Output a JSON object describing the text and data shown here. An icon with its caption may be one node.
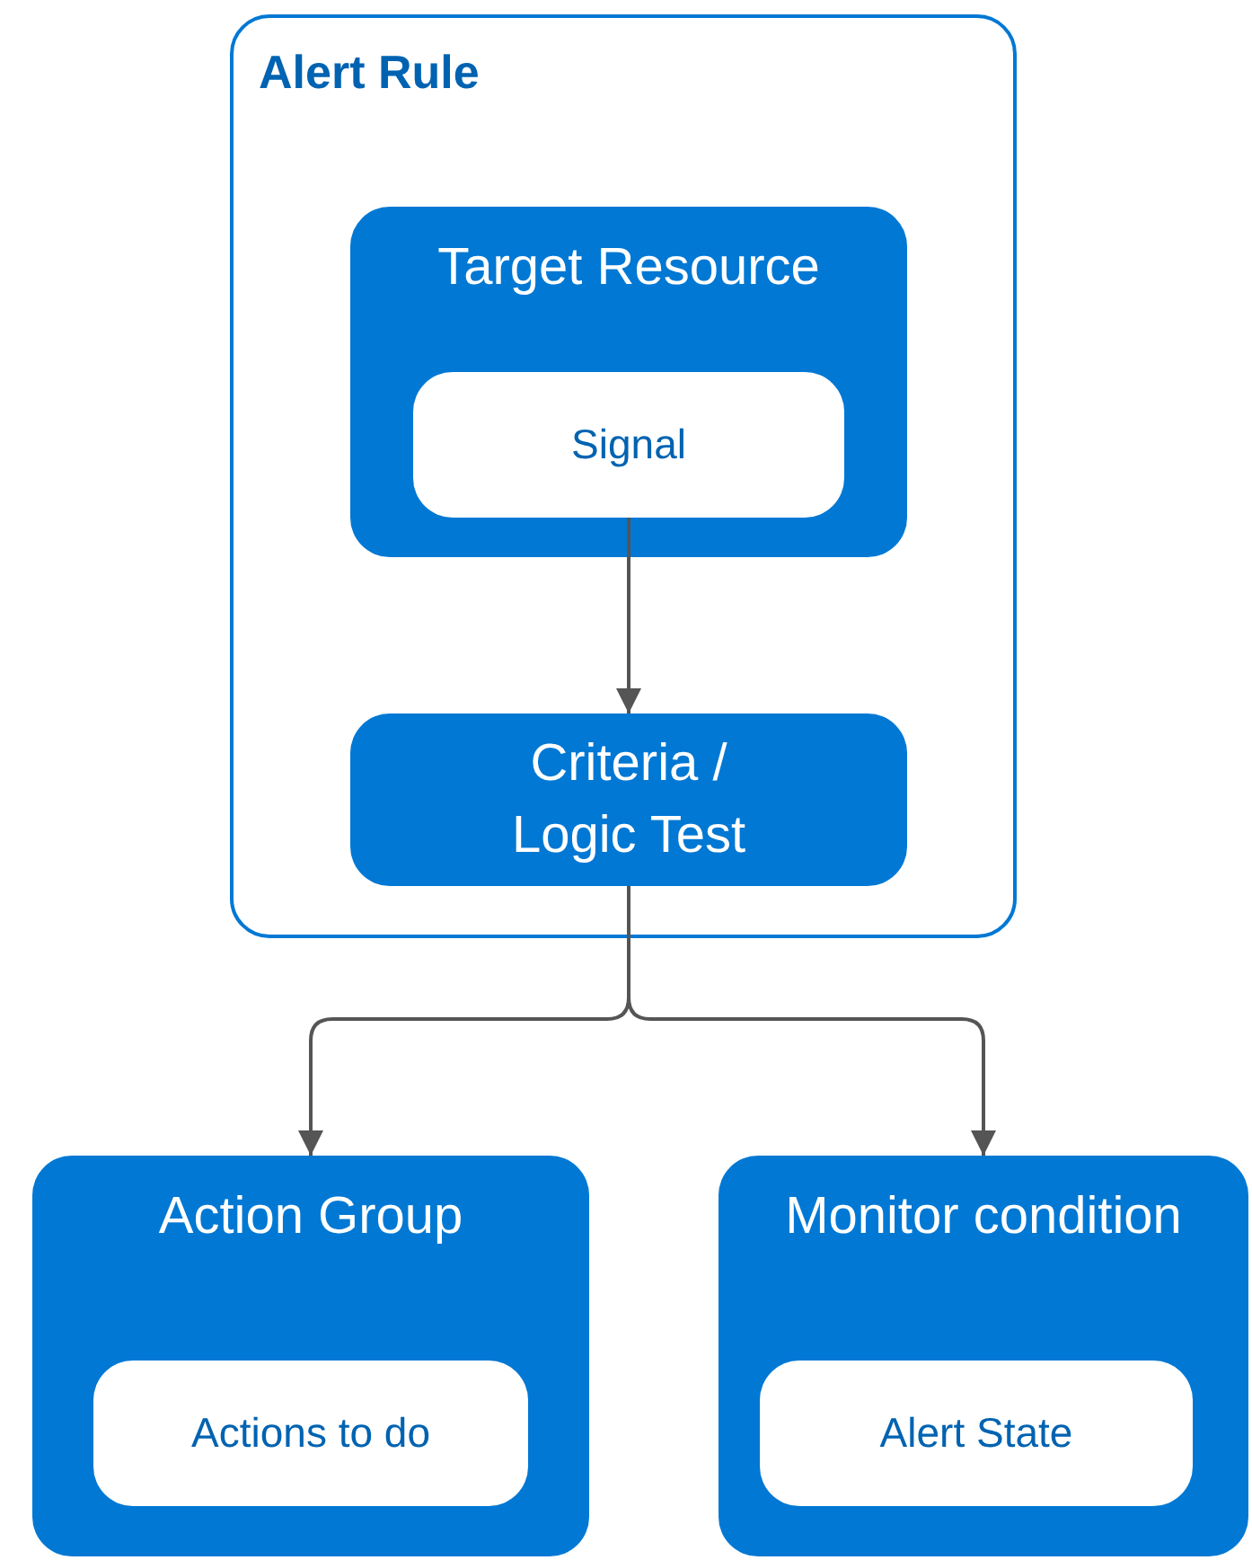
{
  "diagram": {
    "nodes": [
      {
        "text": [
          "Alert Rule"
        ]
      },
      {
        "text": [
          "Target Resource"
        ],
        "in": 0
      },
      {
        "text": [
          "Signal"
        ],
        "in": 1
      },
      {
        "text": [
          "Criteria / Logic Test"
        ],
        "in": 0
      },
      {
        "text": [
          "Action Group"
        ]
      },
      {
        "text": [
          "Actions to do"
        ],
        "in": 4
      },
      {
        "text": [
          "Monitor condition"
        ]
      },
      {
        "text": [
          "Alert State"
        ],
        "in": 6
      }
    ],
    "edges": [
      {
        "from": 2,
        "to": 3,
        "arrow": "to"
      },
      {
        "from": 3,
        "to": 4,
        "arrow": "to"
      },
      {
        "from": 3,
        "to": 6,
        "arrow": "to"
      }
    ]
  }
}
